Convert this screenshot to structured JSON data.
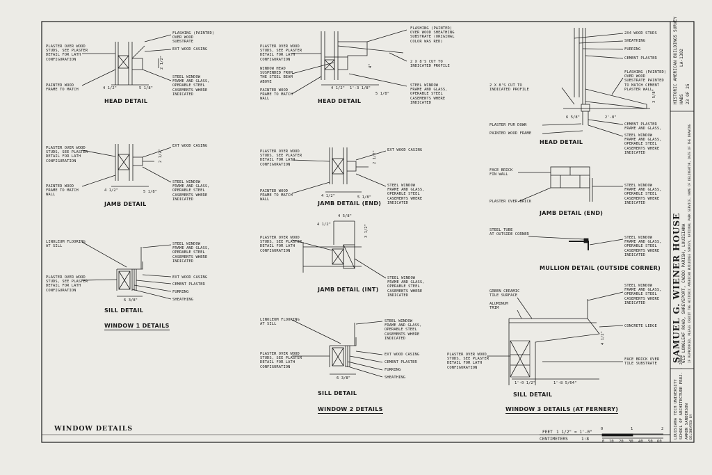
{
  "sheet": {
    "window_details_title": "WINDOW DETAILS",
    "scale_feet_label": "FEET",
    "scale_feet_value": "1 1/2\" = 1'-0\"",
    "scale_cm_label": "CENTIMETERS",
    "scale_cm_value": "1:8",
    "scale_feet_ticks": [
      "0",
      "1",
      "2"
    ],
    "scale_cm_ticks": [
      "0",
      "10",
      "20",
      "30",
      "40",
      "50",
      "60"
    ]
  },
  "title_block": {
    "main_title": "SAMUEL G. WIENER HOUSE",
    "address": "615 LONGLEAF ROAD, SHREVEPORT, CADDO PARISH, LOUISIANA",
    "note": "IF REPRODUCED, PLEASE CREDIT THE HISTORIC AMERICAN BUILDINGS SURVEY, NATIONAL PARK SERVICE, NAME OF DELINEATOR, DATE OF THE DRAWING",
    "survey": "HISTORIC AMERICAN BUILDINGS SURVEY",
    "hald_code": "HABS",
    "survey_number": "LA-1302",
    "sheet_number": "23 OF 25",
    "school_line1": "LOUISIANA TECH UNIVERSITY",
    "school_line2": "SCHOOL OF ARCHITECTURE PROJ. - 2004",
    "delineator": "AARON SANDERSON",
    "delineated_by": "DELINEATED BY"
  },
  "window1": {
    "group_title": "WINDOW 1 DETAILS",
    "head": {
      "title": "HEAD DETAIL",
      "notes": [
        "PLASTER OVER WOOD\nSTUDS, SEE PLASTER\nDETAIL FOR LATH\nCONFIGURATION",
        "PAINTED WOOD\nFRAME TO MATCH",
        "FLASHING (PAINTED)\nOVER WOOD\nSUBSTRATE",
        "EXT WOOD CASING",
        "STEEL WINDOW\nFRAME AND GLASS,\nOPERABLE STEEL\nCASEMENTS WHERE\nINDICATED"
      ],
      "dims": [
        "4 1/2\"",
        "5 1/8\"",
        "2 1/2\""
      ]
    },
    "jamb": {
      "title": "JAMB DETAIL",
      "notes": [
        "PLASTER OVER WOOD\nSTUDS, SEE PLASTER\nDETAIL FOR LATH\nCONFIGURATION",
        "PAINTED WOOD\nFRAME TO MATCH\nWALL",
        "EXT WOOD CASING",
        "STEEL WINDOW\nFRAME AND GLASS,\nOPERABLE STEEL\nCASEMENTS WHERE\nINDICATED"
      ],
      "dims": [
        "4 1/2\"",
        "5 1/8\"",
        "2 1/2\""
      ]
    },
    "sill": {
      "title": "SILL DETAIL",
      "notes": [
        "LINOLEUM FLOORING\nAT SILL",
        "PLASTER OVER WOOD\nSTUDS, SEE PLASTER\nDETAIL FOR LATH\nCONFIGURATION",
        "STEEL WINDOW\nFRAME AND GLASS,\nOPERABLE STEEL\nCASEMENTS WHERE\nINDICATED",
        "EXT WOOD CASING",
        "CEMENT PLASTER",
        "FURRING",
        "SHEATHING"
      ],
      "dims": [
        "6 3/8\""
      ]
    }
  },
  "window2": {
    "group_title": "WINDOW 2 DETAILS",
    "head": {
      "title": "HEAD DETAIL",
      "notes": [
        "PLASTER OVER WOOD\nSTUDS, SEE PLASTER\nDETAIL FOR LATH\nCONFIGURATION",
        "WINDOW HEAD\nSUSPENDED FROM\nTHE STEEL BEAM\nABOVE",
        "PAINTED WOOD\nFRAME TO MATCH\nWALL",
        "FLASHING (PAINTED)\nOVER WOOD SHEATHING\nSUBSTRATE (ORIGINAL\nCOLOR WAS RED)",
        "2 X 8'S CUT TO\nINDICATED PROFILE",
        "STEEL WINDOW\nFRAME AND GLASS,\nOPERABLE STEEL\nCASEMENTS WHERE\nINDICATED"
      ],
      "dims": [
        "4 1/2\"",
        "1'-3 1/8\"",
        "5 1/8\"",
        "4\""
      ]
    },
    "jamb_end": {
      "title": "JAMB DETAIL (END)",
      "notes": [
        "PLASTER OVER WOOD\nSTUDS, SEE PLASTER\nDETAIL FOR LATH\nCONFIGURATION",
        "PAINTED WOOD\nFRAME TO MATCH\nWALL",
        "EXT WOOD CASING",
        "STEEL WINDOW\nFRAME AND GLASS,\nOPERABLE STEEL\nCASEMENTS WHERE\nINDICATED"
      ],
      "dims": [
        "4 1/2\"",
        "5 1/8\"",
        "2 1/2\""
      ]
    },
    "jamb_int": {
      "title": "JAMB DETAIL (INT)",
      "notes": [
        "PLASTER OVER WOOD\nSTUDS, SEE PLASTER\nDETAIL FOR LATH\nCONFIGURATION",
        "STEEL WINDOW\nFRAME AND GLASS,\nOPERABLE STEEL\nCASEMENTS WHERE\nINDICATED"
      ],
      "dims": [
        "4 5/8\"",
        "4 1/2\"",
        "3 1/2\""
      ]
    },
    "sill": {
      "title": "SILL DETAIL",
      "notes": [
        "LINOLEUM FLOORING\nAT SILL",
        "PLASTER OVER WOOD\nSTUDS, SEE PLASTER\nDETAIL FOR LATH\nCONFIGURATION",
        "STEEL WINDOW\nFRAME AND GLASS,\nOPERABLE STEEL\nCASEMENTS WHERE\nINDICATED",
        "EXT WOOD CASING",
        "CEMENT PLASTER",
        "FURRING",
        "SHEATHING"
      ],
      "dims": [
        "6 3/8\""
      ]
    }
  },
  "window3": {
    "group_title": "WINDOW 3 DETAILS (AT FERNERY)",
    "head": {
      "title": "HEAD DETAIL",
      "notes": [
        "2X4 WOOD STUDS",
        "SHEATHING",
        "FURRING",
        "CEMENT PLASTER",
        "FLASHING (PAINTED)\nOVER WOOD\nSUBSTRATE PAINTED\nTO MATCH CEMENT\nPLASTER WALL",
        "2 X 8'S CUT TO\nINDICATED PROFILE",
        "PLASTER FUR DOWN",
        "PAINTED WOOD FRAME",
        "CEMENT PLASTER\nFRAME AND GLASS,",
        "STEEL WINDOW\nFRAME AND GLASS,\nOPERABLE STEEL\nCASEMENTS WHERE\nINDICATED"
      ],
      "dims": [
        "6 5/8\"",
        "2'-8\"",
        "3 5/8\""
      ]
    },
    "jamb_end": {
      "title": "JAMB DETAIL (END)",
      "notes": [
        "FACE BRICK\nFIN WALL",
        "PLASTER OVER BRICK",
        "STEEL WINDOW\nFRAME AND GLASS,\nOPERABLE STEEL\nCASEMENTS WHERE\nINDICATED"
      ]
    },
    "mullion": {
      "title": "MULLION DETAIL (OUTSIDE CORNER)",
      "notes": [
        "STEEL TUBE\nAT OUTSIDE CORNER",
        "STEEL WINDOW\nFRAME AND GLASS,\nOPERABLE STEEL\nCASEMENTS WHERE\nINDICATED"
      ]
    },
    "sill": {
      "title": "SILL DETAIL",
      "notes": [
        "GREEN CERAMIC\nTILE SURFACE",
        "ALUMINUM\nTRIM",
        "PLASTER OVER WOOD\nSTUDS, SEE PLASTER\nDETAIL FOR LATH\nCONFIGURATION",
        "STEEL WINDOW\nFRAME AND GLASS,\nOPERABLE STEEL\nCASEMENTS WHERE\nINDICATED",
        "CONCRETE LEDGE",
        "FACE BRICK OVER\nTILE SUBSTRATE"
      ],
      "dims": [
        "1'-0 1/2\"",
        "1'-8 5/64\"",
        "4 1/2\""
      ]
    }
  }
}
